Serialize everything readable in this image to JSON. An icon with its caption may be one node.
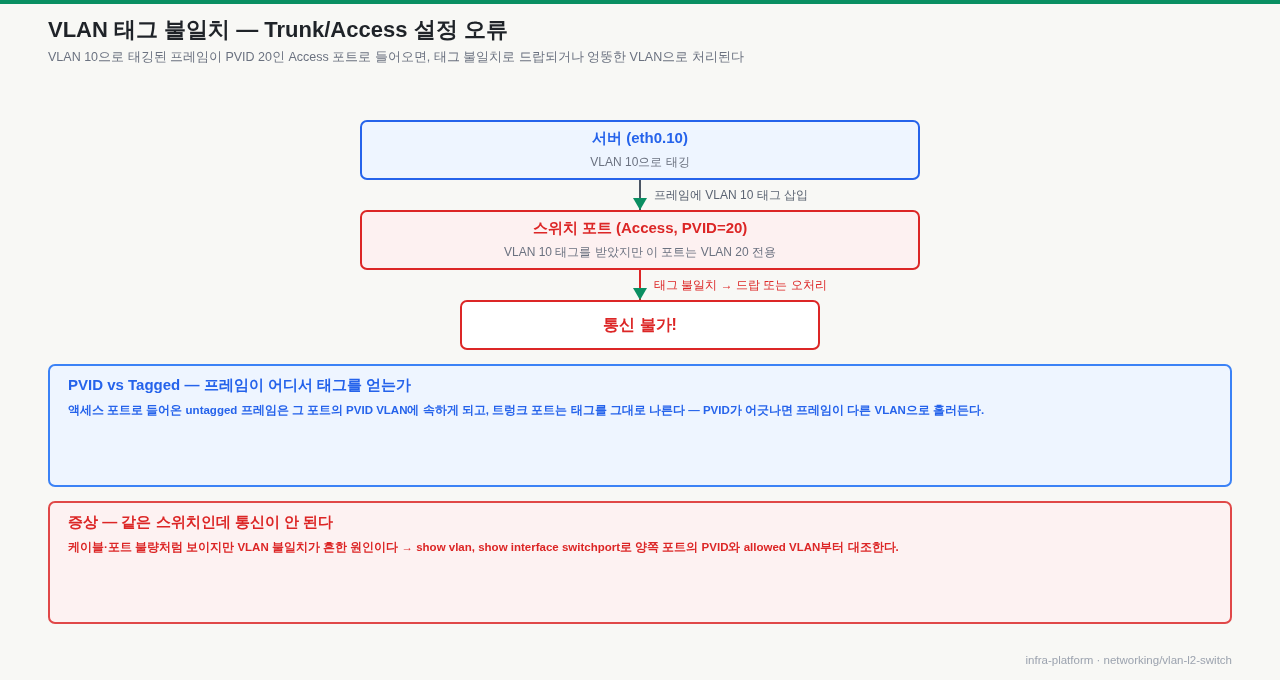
{
  "diagram": {
    "title": "VLAN 태그 불일치 — Trunk/Access 설정 오류",
    "caption": "VLAN 10으로 태깅된 프레임이 PVID 20인 Access 포트로 들어오면, 태그 불일치로 드랍되거나 엉뚱한 VLAN으로 처리된다",
    "nodes": [
      {
        "text": [
          "서버 (eth0.10)",
          "VLAN 10으로 태깅"
        ]
      },
      {
        "text": [
          "스위치 포트 (Access, PVID=20)",
          "VLAN 10 태그를 받았지만 이 포트는 VLAN 20 전용"
        ]
      },
      {
        "text": [
          "통신 불가!"
        ]
      },
      {
        "text": [
          "PVID vs Tagged — 프레임이 어디서 태그를 얻는가",
          "액세스 포트로 들어온 untagged 프레임은 그 포트의 PVID VLAN에 속하게 되고, 트렁크 포트는 태그를 그대로 나른다 — PVID가 어긋나면 프레임이 다른 VLAN으로 흘러든다."
        ]
      },
      {
        "text": [
          "증상 — 같은 스위치인데 통신이 안 된다",
          "케이블·포트 불량처럼 보이지만 VLAN 불일치가 흔한 원인이다 → show vlan, show interface switchport로 양쪽 포트의 PVID와 allowed VLAN부터 대조한다."
        ]
      }
    ],
    "edges": [
      {
        "from": 0,
        "to": 1,
        "arrow": "to",
        "label": "프레임에 VLAN 10 태그 삽입",
        "color": "#4b5563"
      },
      {
        "from": 1,
        "to": 2,
        "arrow": "to",
        "label": "태그 불일치 → 드랍 또는 오처리",
        "color": "#dc2626"
      }
    ],
    "labels": [
      "infra-platform · networking/vlan-l2-switch"
    ]
  }
}
